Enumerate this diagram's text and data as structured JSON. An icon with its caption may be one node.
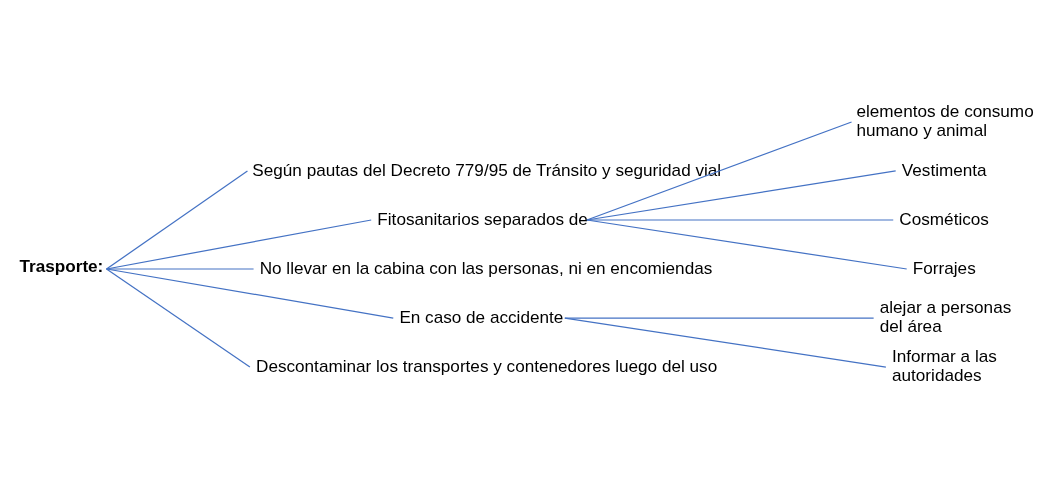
{
  "diagram": {
    "nodes": [
      {
        "text": [
          "Trasporte:"
        ]
      },
      {
        "text": [
          "Según pautas del Decreto 779/95 de Tránsito y seguridad vial"
        ]
      },
      {
        "text": [
          "Fitosanitarios separados de"
        ]
      },
      {
        "text": [
          "elementos de consumo humano y animal"
        ]
      },
      {
        "text": [
          "Vestimenta"
        ]
      },
      {
        "text": [
          "Cosméticos"
        ]
      },
      {
        "text": [
          "Forrajes"
        ]
      },
      {
        "text": [
          "No llevar en la cabina con las personas, ni en encomiendas"
        ]
      },
      {
        "text": [
          "En caso de accidente"
        ]
      },
      {
        "text": [
          "alejar a personas del área"
        ]
      },
      {
        "text": [
          "Informar a las autoridades"
        ]
      },
      {
        "text": [
          "Descontaminar los transportes y contenedores luego del uso"
        ]
      }
    ],
    "edges": [
      {
        "from": 0,
        "to": 1,
        "arrow": "none"
      },
      {
        "from": 0,
        "to": 2,
        "arrow": "none"
      },
      {
        "from": 2,
        "to": 3,
        "arrow": "none"
      },
      {
        "from": 2,
        "to": 4,
        "arrow": "none"
      },
      {
        "from": 2,
        "to": 5,
        "arrow": "none"
      },
      {
        "from": 2,
        "to": 6,
        "arrow": "none"
      },
      {
        "from": 0,
        "to": 7,
        "arrow": "none"
      },
      {
        "from": 0,
        "to": 8,
        "arrow": "none"
      },
      {
        "from": 8,
        "to": 9,
        "arrow": "none"
      },
      {
        "from": 8,
        "to": 10,
        "arrow": "none"
      },
      {
        "from": 0,
        "to": 11,
        "arrow": "none"
      }
    ]
  }
}
